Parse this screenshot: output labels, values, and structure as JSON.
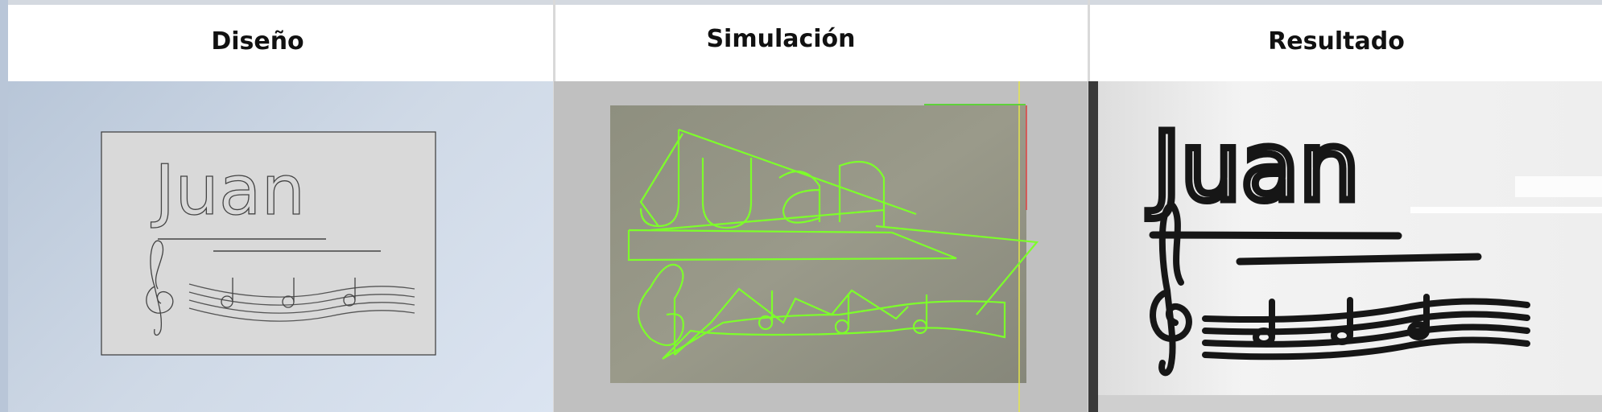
{
  "titles": {
    "design": "Diseño",
    "simulation": "Simulación",
    "result": "Resultado"
  },
  "drawing_text": "Juan",
  "colors": {
    "sim_path": "#7dff2a",
    "ink": "#161616",
    "design_line": "#555555"
  }
}
